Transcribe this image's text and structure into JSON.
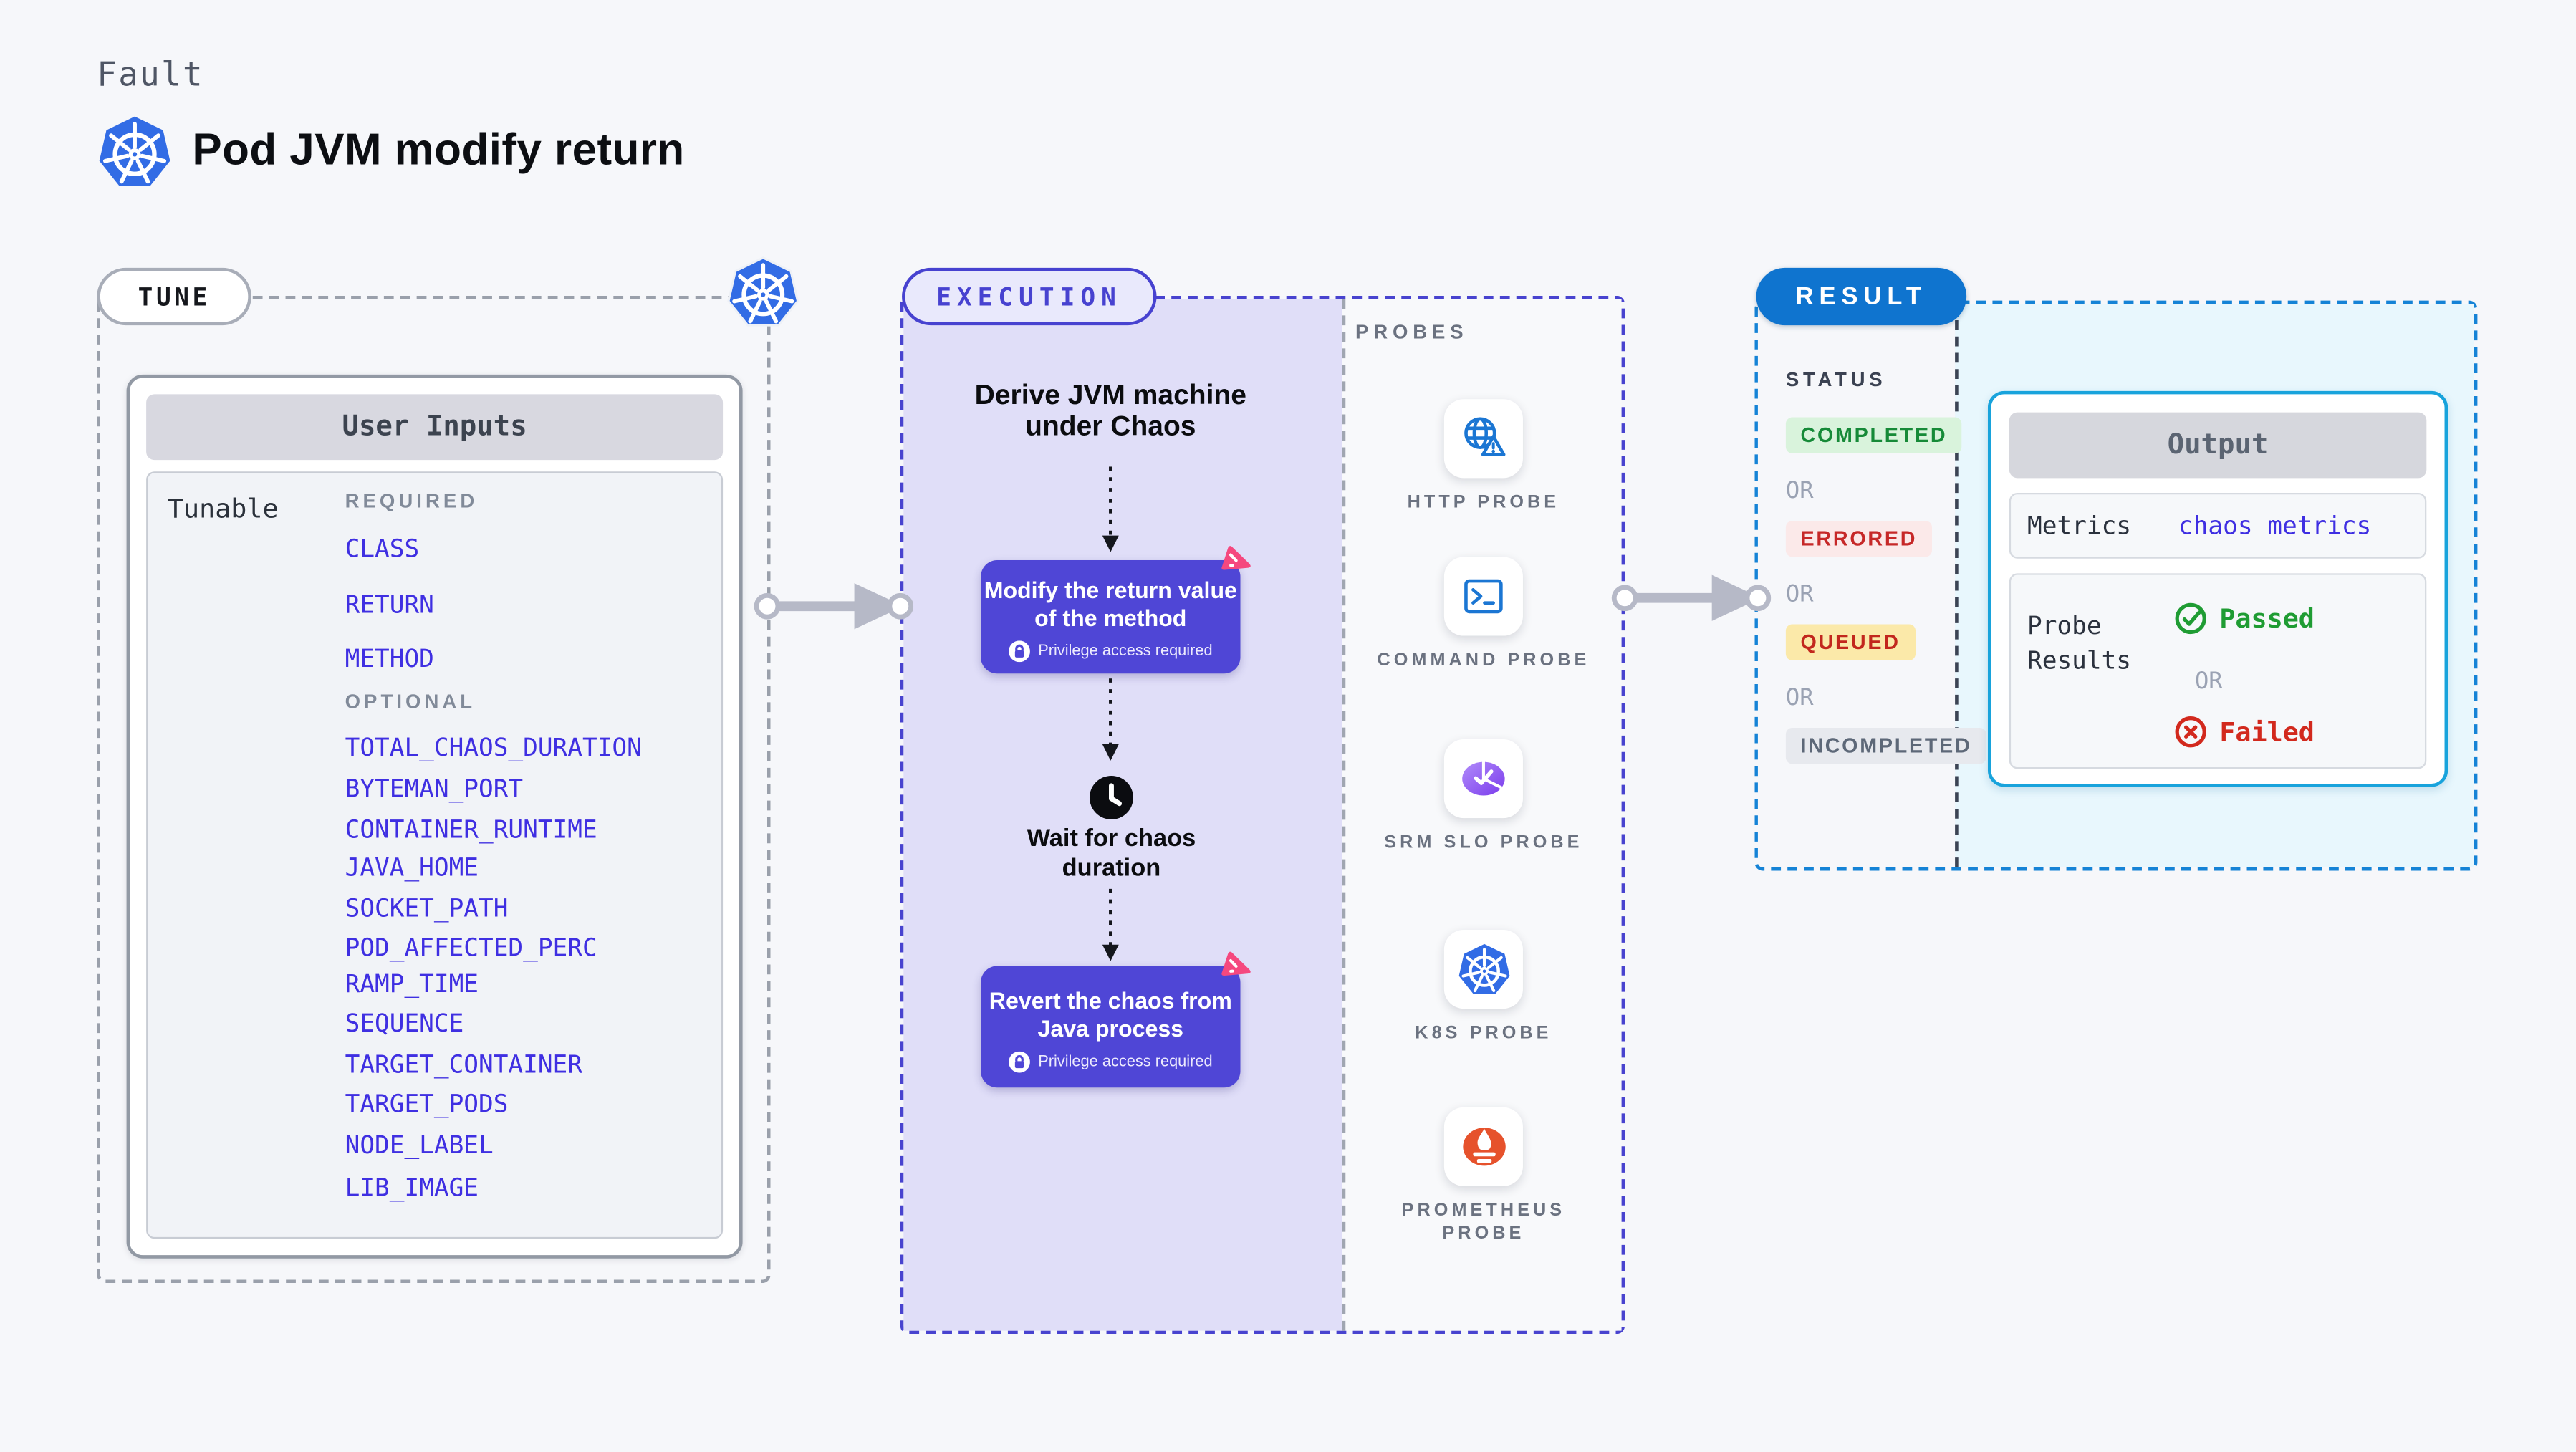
{
  "header": {
    "eyebrow": "Fault",
    "title": "Pod JVM modify return"
  },
  "tune": {
    "label": "TUNE",
    "card_title": "User Inputs",
    "row_label": "Tunable",
    "required_label": "REQUIRED",
    "required_items": [
      "CLASS",
      "RETURN",
      "METHOD"
    ],
    "optional_label": "OPTIONAL",
    "optional_items": [
      "TOTAL_CHAOS_DURATION",
      "BYTEMAN_PORT",
      "CONTAINER_RUNTIME",
      "JAVA_HOME",
      "SOCKET_PATH",
      "POD_AFFECTED_PERC",
      "RAMP_TIME",
      "SEQUENCE",
      "TARGET_CONTAINER",
      "TARGET_PODS",
      "NODE_LABEL",
      "LIB_IMAGE"
    ]
  },
  "execution": {
    "label": "EXECUTION",
    "step1": "Derive JVM machine under Chaos",
    "action1": "Modify the return value of the method",
    "privilege_note": "Privilege access required",
    "wait_step": "Wait for chaos duration",
    "action2": "Revert the chaos from Java process"
  },
  "probes": {
    "label": "PROBES",
    "items": [
      {
        "label": "HTTP PROBE",
        "icon": "http-probe-icon"
      },
      {
        "label": "COMMAND PROBE",
        "icon": "command-probe-icon"
      },
      {
        "label": "SRM SLO PROBE",
        "icon": "srm-slo-probe-icon"
      },
      {
        "label": "K8S PROBE",
        "icon": "kubernetes-probe-icon"
      },
      {
        "label": "PROMETHEUS PROBE",
        "icon": "prometheus-probe-icon"
      }
    ]
  },
  "result": {
    "label": "RESULT",
    "status_label": "STATUS",
    "or_label": "OR",
    "statuses": [
      {
        "label": "COMPLETED",
        "tone": "green"
      },
      {
        "label": "ERRORED",
        "tone": "red"
      },
      {
        "label": "QUEUED",
        "tone": "yellow"
      },
      {
        "label": "INCOMPLETED",
        "tone": "gray"
      }
    ],
    "output": {
      "title": "Output",
      "metrics_label": "Metrics",
      "metrics_value": "chaos metrics",
      "probe_results_label": "Probe Results",
      "passed_label": "Passed",
      "or_label": "OR",
      "failed_label": "Failed"
    }
  },
  "colors": {
    "page-bg": "#f6f7fa",
    "ink": "#0c0e12",
    "muted-gray": "#6b7280",
    "eyebrow-gray": "#4f5665",
    "dash-gray": "#9aa0ab",
    "indigo-border": "#4843cf",
    "exec-bg": "#e0def8",
    "button-indigo": "#4f46d6",
    "link-indigo": "#3f2fe2",
    "kubernetes-blue": "#326ce5",
    "probe-icon-blue": "#1b76d3",
    "probes-bg": "#f8f9fb",
    "pink": "#f5487f",
    "result-dash-blue": "#1583d6",
    "result-pill-blue": "#0f74cf",
    "result-bg": "#e8f7fd",
    "cyan-border": "#18a3dc",
    "completed-green": "#168a38",
    "completed-bg": "#d9f3dc",
    "errored-red": "#c62828",
    "errored-bg": "#fbe9e9",
    "queued-red": "#c2271d",
    "queued-bg": "#fbe9a9",
    "incompleted-gray": "#5d6878",
    "incompleted-bg": "#e7e9ee",
    "passed-green": "#1f9c33",
    "failed-red": "#d2291d",
    "prometheus-orange": "#e6522c",
    "arrow-gray": "#b6b9c7"
  }
}
